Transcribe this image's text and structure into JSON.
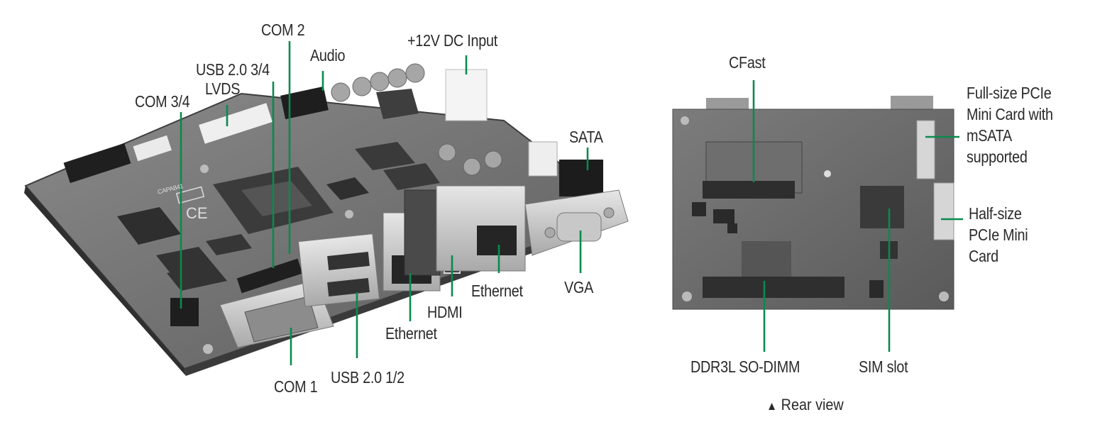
{
  "front_view": {
    "labels": {
      "com2": "COM 2",
      "audio": "Audio",
      "dc_input": "+12V DC Input",
      "usb34": "USB 2.0 3/4",
      "lvds": "LVDS",
      "com34": "COM 3/4",
      "sata": "SATA",
      "vga": "VGA",
      "ethernet_right": "Ethernet",
      "hdmi": "HDMI",
      "ethernet_left": "Ethernet",
      "com1": "COM 1",
      "usb12": "USB 2.0 1/2"
    },
    "board_text": {
      "model": "CAPA841",
      "ce_mark": "CE"
    }
  },
  "rear_view": {
    "labels": {
      "cfast": "CFast",
      "full_size_pcie": [
        "Full-size PCIe",
        "Mini Card with",
        "mSATA",
        "supported"
      ],
      "half_size_pcie": [
        "Half-size",
        "PCIe Mini",
        "Card"
      ],
      "ddr3l": "DDR3L SO-DIMM",
      "sim": "SIM slot"
    },
    "caption": {
      "icon": "triangle-up-icon",
      "text": "Rear view"
    }
  },
  "colors": {
    "callout_line": "#0a8a4e",
    "text": "#2a2a2a",
    "pcb": "#6a6a6a"
  }
}
